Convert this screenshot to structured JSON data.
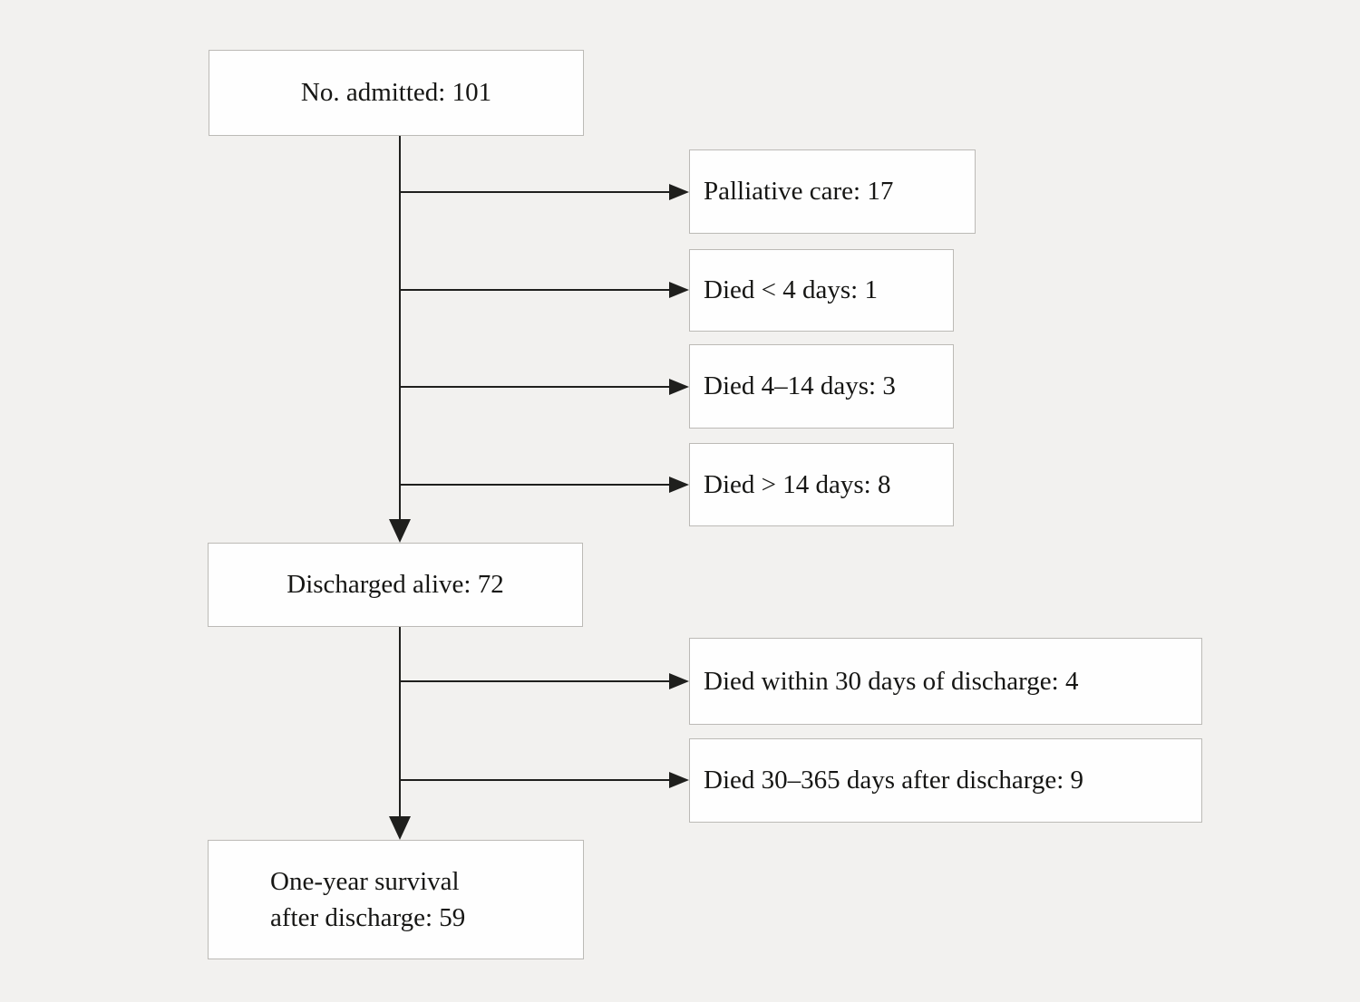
{
  "diagram": {
    "type": "patient-flowchart",
    "colors": {
      "background": "#f2f1ef",
      "box_fill": "#fefefe",
      "box_border": "#bcbab6",
      "line": "#1f1f1d",
      "text": "#161614"
    },
    "nodes": {
      "admitted": {
        "label": "No. admitted: 101",
        "value": 101
      },
      "palliative": {
        "label": "Palliative care: 17",
        "value": 17
      },
      "died_lt4": {
        "label": "Died < 4 days: 1",
        "value": 1
      },
      "died_4_14": {
        "label": "Died 4–14 days: 3",
        "value": 3
      },
      "died_gt14": {
        "label": "Died > 14 days: 8",
        "value": 8
      },
      "discharged": {
        "label": "Discharged alive: 72",
        "value": 72
      },
      "died_30": {
        "label": "Died within 30 days of discharge: 4",
        "value": 4
      },
      "died_30_365": {
        "label": "Died 30–365 days after discharge: 9",
        "value": 9
      },
      "one_year": {
        "line1": "One-year survival",
        "line2": "after discharge: 59",
        "value": 59
      }
    }
  }
}
